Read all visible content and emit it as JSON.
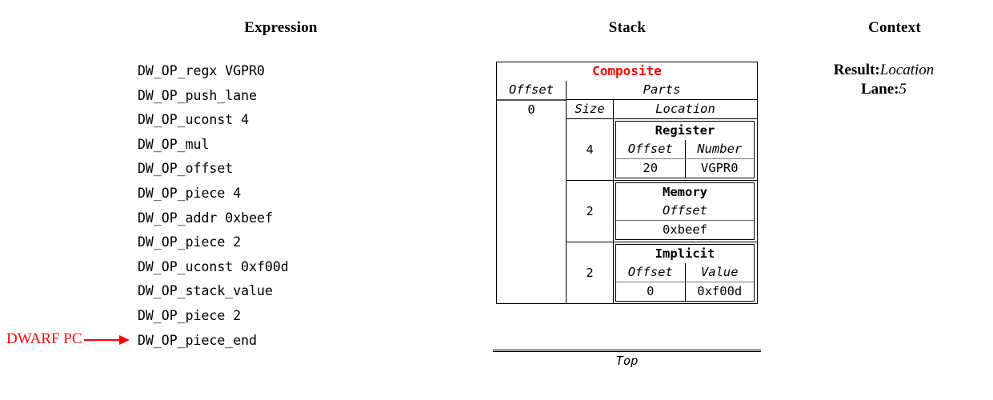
{
  "headings": {
    "expression": "Expression",
    "stack": "Stack",
    "context": "Context"
  },
  "expression": {
    "operations": [
      "DW_OP_regx VGPR0",
      "DW_OP_push_lane",
      "DW_OP_uconst 4",
      "DW_OP_mul",
      "DW_OP_offset",
      "DW_OP_piece 4",
      "DW_OP_addr 0xbeef",
      "DW_OP_piece 2",
      "DW_OP_uconst 0xf00d",
      "DW_OP_stack_value",
      "DW_OP_piece 2",
      "DW_OP_piece_end"
    ],
    "pc_marker": {
      "label": "DWARF PC",
      "color": "#ff0000",
      "points_to_operation_index": 11
    }
  },
  "stack": {
    "top_label": "Top",
    "entries": [
      {
        "kind_title": "Composite",
        "kind_title_color": "#ff0000",
        "offset_header": "Offset",
        "offset_value": "0",
        "parts_header": "Parts",
        "size_header": "Size",
        "location_header": "Location",
        "parts": [
          {
            "size": "4",
            "location": {
              "title": "Register",
              "columns": [
                "Offset",
                "Number"
              ],
              "values": [
                "20",
                "VGPR0"
              ]
            }
          },
          {
            "size": "2",
            "location": {
              "title": "Memory",
              "columns": [
                "Offset"
              ],
              "values": [
                "0xbeef"
              ]
            }
          },
          {
            "size": "2",
            "location": {
              "title": "Implicit",
              "columns": [
                "Offset",
                "Value"
              ],
              "values": [
                "0",
                "0xf00d"
              ]
            }
          }
        ]
      }
    ]
  },
  "context": {
    "rows": [
      {
        "key": "Result:",
        "value": "Location"
      },
      {
        "key": "Lane:",
        "value": "5"
      }
    ]
  }
}
